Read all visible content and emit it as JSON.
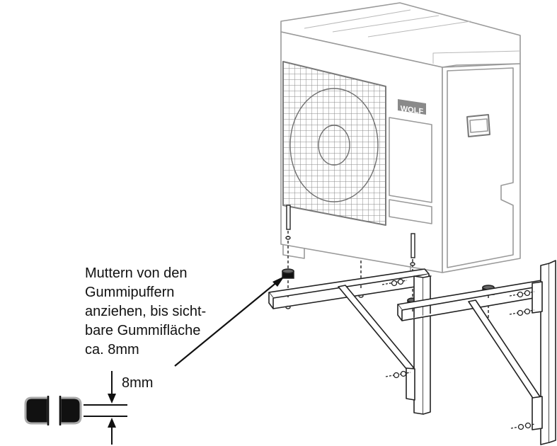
{
  "brand_logo": "WOLF",
  "instruction": {
    "lines": [
      "Muttern von den",
      "Gummipuffern",
      "anziehen, bis sicht-",
      "bare Gummifläche",
      "ca. 8mm"
    ]
  },
  "dimension_label": "8mm",
  "colors": {
    "line": "#222222",
    "light_line": "#9a9a9a",
    "grille": "#8a8a8a",
    "rubber": "#111111"
  }
}
